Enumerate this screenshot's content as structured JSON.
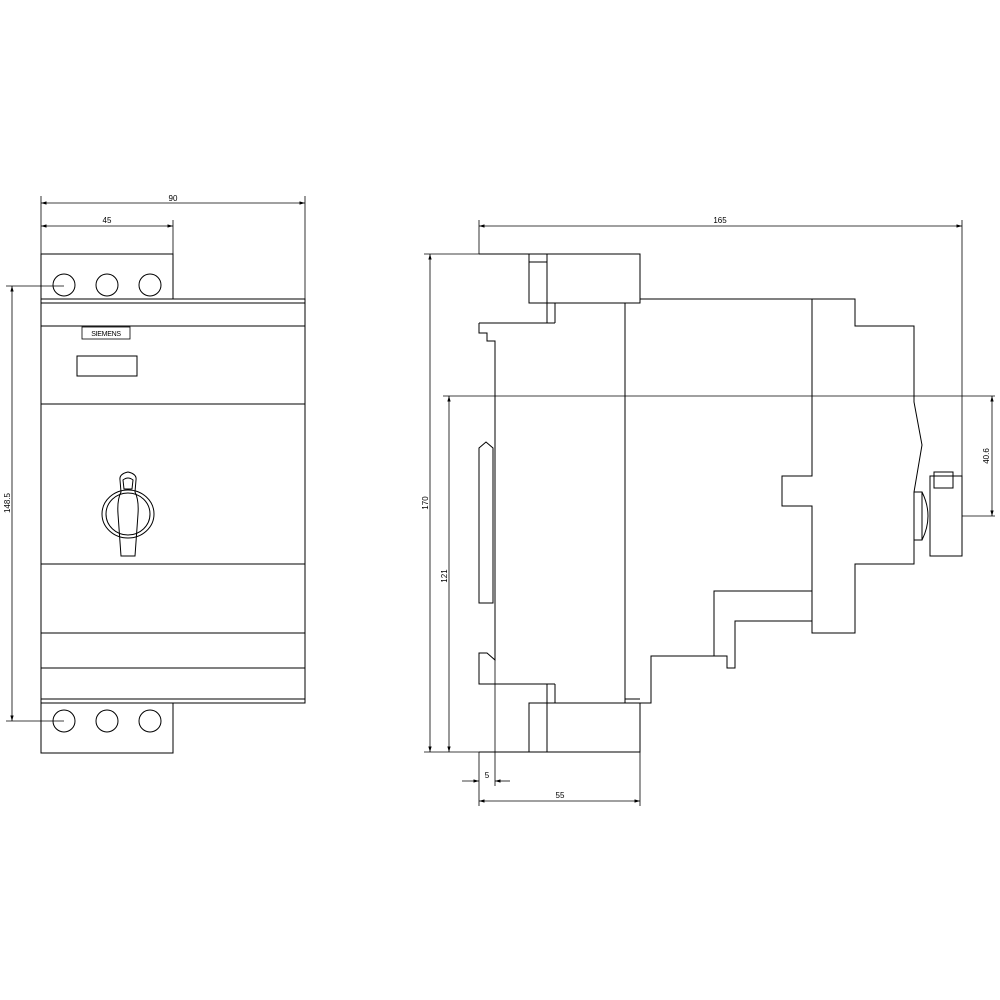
{
  "brand": {
    "logo": "SIEMENS"
  },
  "front_view": {
    "dim_total_width": "90",
    "dim_terminal_width": "45",
    "dim_height": "148.5"
  },
  "side_view": {
    "dim_depth": "165",
    "dim_total_height": "170",
    "dim_rail_height": "121",
    "dim_knob_offset": "40.6",
    "dim_rail_offset": "5",
    "dim_base_depth": "55"
  }
}
